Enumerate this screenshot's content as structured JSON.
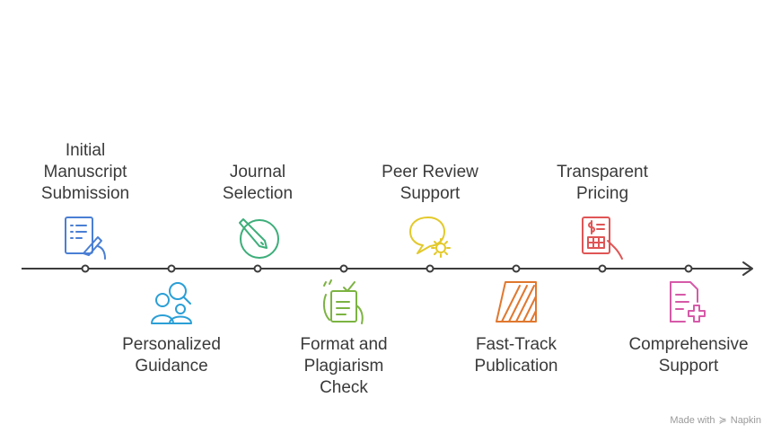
{
  "steps": [
    {
      "label": "Initial\nManuscript\nSubmission",
      "position": "above",
      "icon": "document-pen-icon",
      "color": "#4a7fd4"
    },
    {
      "label": "Personalized\nGuidance",
      "position": "below",
      "icon": "people-search-icon",
      "color": "#2a9fd6"
    },
    {
      "label": "Journal\nSelection",
      "position": "above",
      "icon": "pencil-circle-icon",
      "color": "#3dae7a"
    },
    {
      "label": "Format and\nPlagiarism\nCheck",
      "position": "below",
      "icon": "checklist-hand-icon",
      "color": "#7cb342"
    },
    {
      "label": "Peer Review\nSupport",
      "position": "above",
      "icon": "chat-gear-icon",
      "color": "#e3c92a"
    },
    {
      "label": "Fast-Track\nPublication",
      "position": "below",
      "icon": "striped-card-icon",
      "color": "#e0782f"
    },
    {
      "label": "Transparent\nPricing",
      "position": "above",
      "icon": "invoice-hand-icon",
      "color": "#e05555"
    },
    {
      "label": "Comprehensive\nSupport",
      "position": "below",
      "icon": "document-plus-icon",
      "color": "#d65aa8"
    }
  ],
  "line_color": "#3c3c3c",
  "watermark": {
    "text": "Made with",
    "brand": "Napkin"
  }
}
